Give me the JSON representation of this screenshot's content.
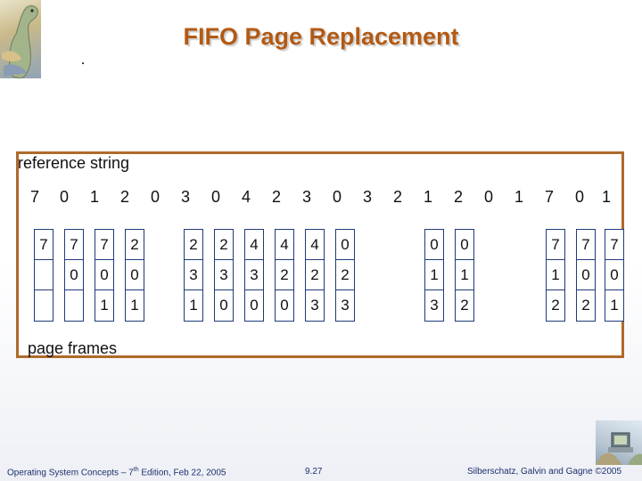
{
  "title": "FIFO Page Replacement",
  "reference_label": "reference string",
  "frames_label": "page frames",
  "reference_string": [
    "7",
    "0",
    "1",
    "2",
    "0",
    "3",
    "0",
    "4",
    "2",
    "3",
    "0",
    "3",
    "2",
    "1",
    "2",
    "0",
    "1",
    "7",
    "0",
    "1"
  ],
  "frames": [
    [
      "7",
      "",
      ""
    ],
    [
      "7",
      "0",
      ""
    ],
    [
      "7",
      "0",
      "1"
    ],
    [
      "2",
      "0",
      "1"
    ],
    [
      "2",
      "3",
      "1"
    ],
    [
      "2",
      "3",
      "0"
    ],
    [
      "4",
      "3",
      "0"
    ],
    [
      "4",
      "2",
      "0"
    ],
    [
      "4",
      "2",
      "3"
    ],
    [
      "0",
      "2",
      "3"
    ],
    [
      "0",
      "1",
      "3"
    ],
    [
      "0",
      "1",
      "2"
    ],
    [
      "7",
      "1",
      "2"
    ],
    [
      "7",
      "0",
      "2"
    ],
    [
      "7",
      "0",
      "1"
    ]
  ],
  "footer": {
    "left_prefix": "Operating System Concepts – 7",
    "left_sup": "th",
    "left_suffix": " Edition, Feb 22, 2005",
    "page": "9.27",
    "right": "Silberschatz, Galvin and Gagne ©2005"
  },
  "colors": {
    "title": "#b25a15",
    "border": "#b06a2a",
    "frame_border": "#1f3b78"
  },
  "icons": [
    "dinosaur-logo-icon",
    "dinosaur-computer-icon"
  ]
}
